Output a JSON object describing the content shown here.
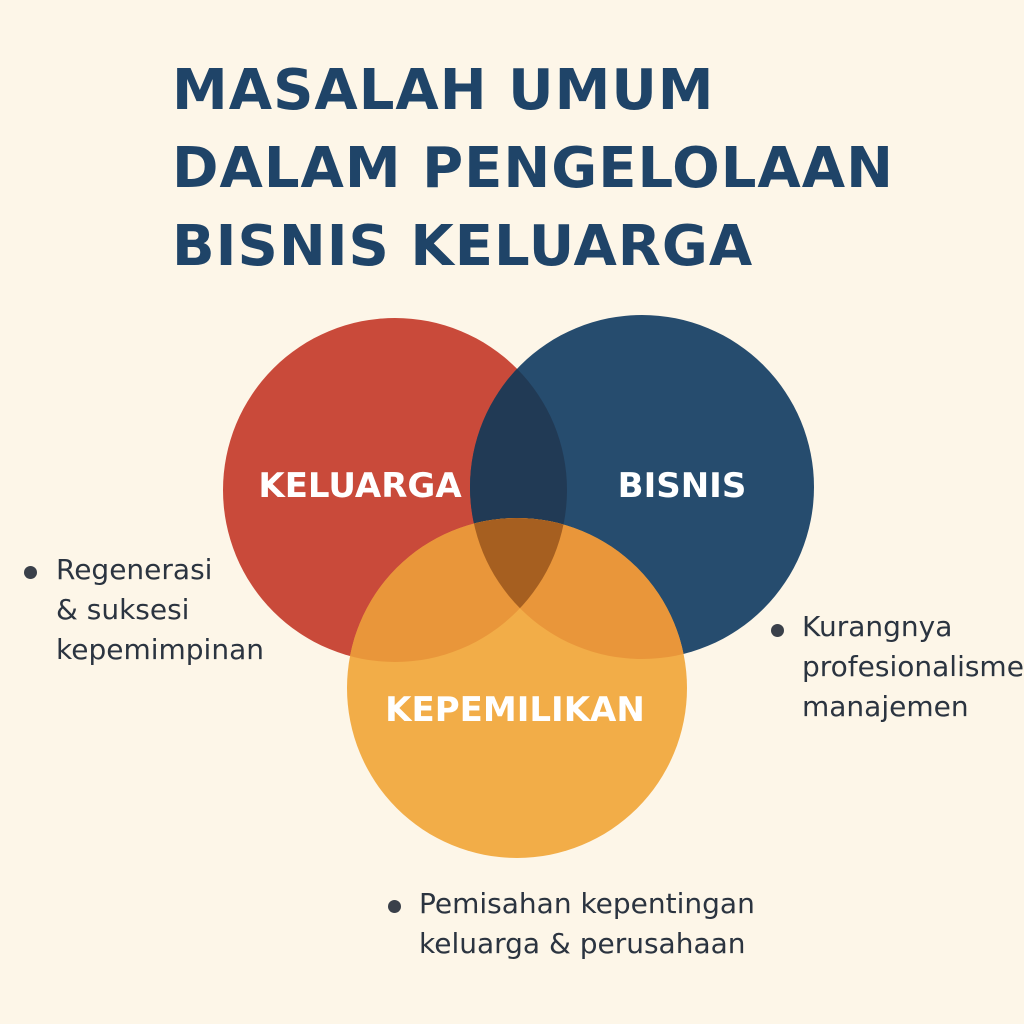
{
  "title": [
    "MASALAH UMUM",
    "DALAM PENGELOLAAN",
    "BISNIS KELUARGA"
  ],
  "circles": {
    "family": {
      "label": "KELUARGA",
      "color": "#c94a3a"
    },
    "business": {
      "label": "BISNIS",
      "color": "#264c6e"
    },
    "ownership": {
      "label": "KEPEMILIKAN",
      "color": "#f2ad48"
    }
  },
  "notes": {
    "left": [
      "Regenerasi",
      "& suksesi",
      "kepemimpinan"
    ],
    "right": [
      "Kurangnya",
      "profesionalisme",
      "manajemen"
    ],
    "bottom": [
      "Pemisahan kepentingan",
      "keluarga & perusahaan"
    ]
  }
}
